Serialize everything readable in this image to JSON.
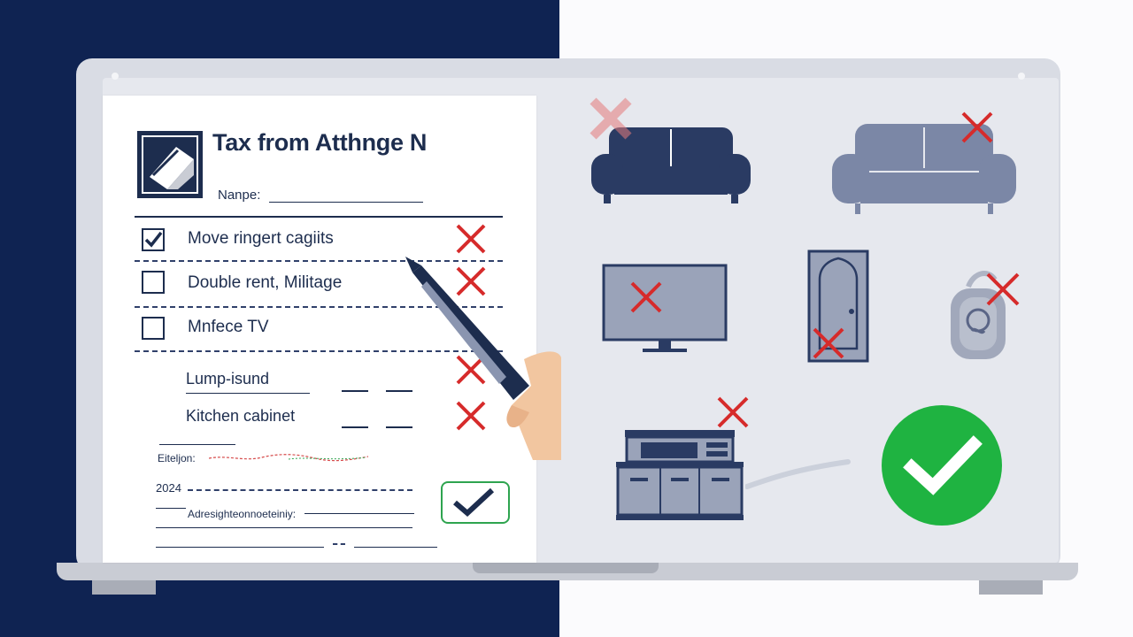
{
  "colors": {
    "navy": "#0f2352",
    "ink": "#1d2d4e",
    "red": "#d62b2b",
    "green": "#1fb341",
    "furniture_dark": "#2a3b63",
    "furniture_light": "#7b87a6"
  },
  "form": {
    "title": "Tax from Atthnge N",
    "name_label": "Nanpe:",
    "items": [
      {
        "label": "Move ringert cagiits",
        "checked": true
      },
      {
        "label": "Double rent, Militage",
        "checked": false
      },
      {
        "label": "Mnfece TV",
        "checked": false
      },
      {
        "label": "Lump-isund",
        "checked": false
      },
      {
        "label": "Kitchen cabinet",
        "checked": false
      }
    ],
    "fields": {
      "signature_label": "Eiteljon:",
      "year": "2024",
      "address_label": "Adresighteonnoeteiniy:"
    }
  },
  "icons": {
    "pen": "pen-icon",
    "approved": "check-icon",
    "rejected": "x-mark-icon",
    "logo": "form-logo-icon"
  }
}
